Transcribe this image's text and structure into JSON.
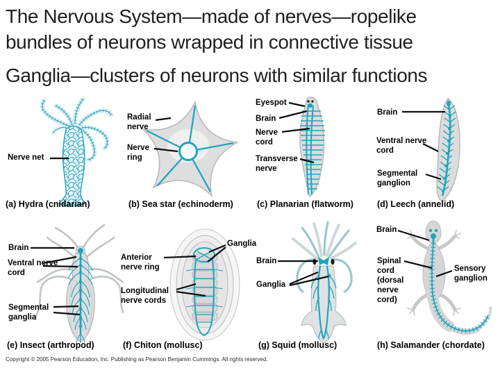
{
  "slide": {
    "title": "The Nervous System—made of nerves—ropelike bundles of neurons wrapped in connective tissue",
    "subtitle": "Ganglia—clusters of neurons with similar functions",
    "copyright": "Copyright © 2005 Pearson Education, Inc. Publishing as Pearson Benjamin Cummings. All rights reserved."
  },
  "colors": {
    "nerve_teal": "#1fa4c0",
    "body_gray": "#dcdcdc",
    "label_black": "#000000",
    "title_text": "#1f1f1f"
  },
  "panels": [
    {
      "caption": "(a) Hydra (cnidarian)",
      "organism": "hydra",
      "labels": [
        "Nerve net"
      ]
    },
    {
      "caption": "(b) Sea star (echinoderm)",
      "organism": "sea-star",
      "labels": [
        "Radial nerve",
        "Nerve ring"
      ]
    },
    {
      "caption": "(c) Planarian (flatworm)",
      "organism": "planarian",
      "labels": [
        "Eyespot",
        "Brain",
        "Nerve cord",
        "Transverse nerve"
      ]
    },
    {
      "caption": "(d) Leech (annelid)",
      "organism": "leech",
      "labels": [
        "Brain",
        "Ventral nerve cord",
        "Segmental ganglion"
      ]
    },
    {
      "caption": "(e) Insect (arthropod)",
      "organism": "insect",
      "labels": [
        "Brain",
        "Ventral nerve cord",
        "Segmental ganglia"
      ]
    },
    {
      "caption": "(f) Chiton (mollusc)",
      "organism": "chiton",
      "labels": [
        "Ganglia",
        "Anterior nerve ring",
        "Longitudinal nerve cords"
      ]
    },
    {
      "caption": "(g) Squid (mollusc)",
      "organism": "squid",
      "labels": [
        "Brain",
        "Ganglia"
      ]
    },
    {
      "caption": "(h) Salamander (chordate)",
      "organism": "salamander",
      "labels": [
        "Brain",
        "Spinal cord (dorsal nerve cord)",
        "Sensory ganglion"
      ]
    }
  ]
}
